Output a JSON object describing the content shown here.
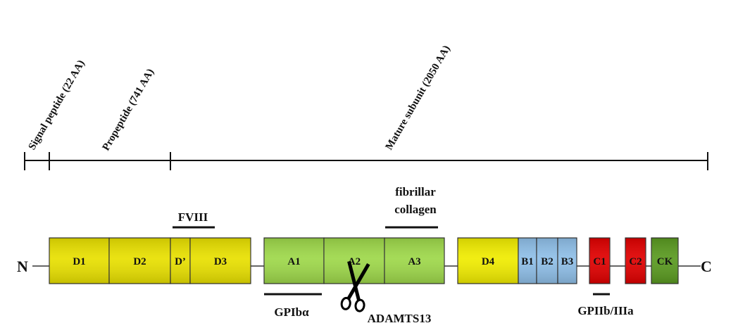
{
  "ruler": {
    "labels": [
      "Signal peptide (22 AA)",
      "Propeptide (741 AA)",
      "Mature subunit (2050 AA)"
    ]
  },
  "termini": {
    "n": "N",
    "c": "C"
  },
  "domains": [
    {
      "label": "D1",
      "color": "#e8e000"
    },
    {
      "label": "D2",
      "color": "#e8e000"
    },
    {
      "label": "D’",
      "color": "#e8e000"
    },
    {
      "label": "D3",
      "color": "#e8e000"
    },
    {
      "label": "A1",
      "color": "#9ed84a"
    },
    {
      "label": "A2",
      "color": "#9ed84a"
    },
    {
      "label": "A3",
      "color": "#9ed84a"
    },
    {
      "label": "D4",
      "color": "#f0ec00"
    },
    {
      "label": "B1",
      "color": "#8fbfe8"
    },
    {
      "label": "B2",
      "color": "#8fbfe8"
    },
    {
      "label": "B3",
      "color": "#8fbfe8"
    },
    {
      "label": "C1",
      "color": "#e00000"
    },
    {
      "label": "C2",
      "color": "#e00000"
    },
    {
      "label": "CK",
      "color": "#5a9a20"
    }
  ],
  "binding": {
    "fviii": "FVIII",
    "collagen_line1": "fibrillar",
    "collagen_line2": "collagen",
    "gpib": "GPIbα",
    "adamts13": "ADAMTS13",
    "gpiib": "GPIIb/IIIa"
  }
}
